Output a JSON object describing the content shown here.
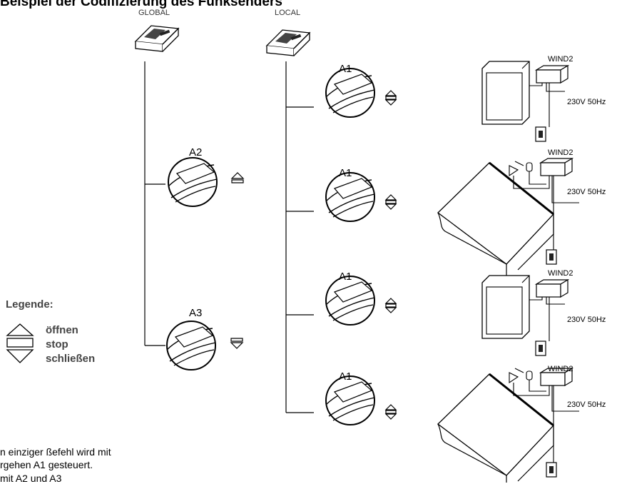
{
  "title": "Beispiel der Codifizierung des Funksenders",
  "transmitters": {
    "global": "GLOBAL",
    "local": "LOCAL"
  },
  "global_switches": [
    {
      "label": "A2",
      "symbol": "öffnen"
    },
    {
      "label": "A3",
      "symbol": "schließen"
    }
  ],
  "local_switches": [
    {
      "label": "A1"
    },
    {
      "label": "A1"
    },
    {
      "label": "A1"
    },
    {
      "label": "A1"
    }
  ],
  "devices": [
    {
      "type": "shutter",
      "sensor": "WIND2",
      "power": "230V 50Hz"
    },
    {
      "type": "awning",
      "sensor": "WIND2",
      "power": "230V 50Hz"
    },
    {
      "type": "shutter",
      "sensor": "WIND2",
      "power": "230V 50Hz"
    },
    {
      "type": "awning",
      "sensor": "WIND2",
      "power": "230V 50Hz"
    }
  ],
  "legend": {
    "heading": "Legende:",
    "items": [
      "öffnen",
      "stop",
      "schließen"
    ]
  },
  "note": {
    "line1": "n einziger ßefehl wird mit",
    "line2": "rgehen A1 gesteuert.",
    "line3": "mit A2 und A3"
  }
}
